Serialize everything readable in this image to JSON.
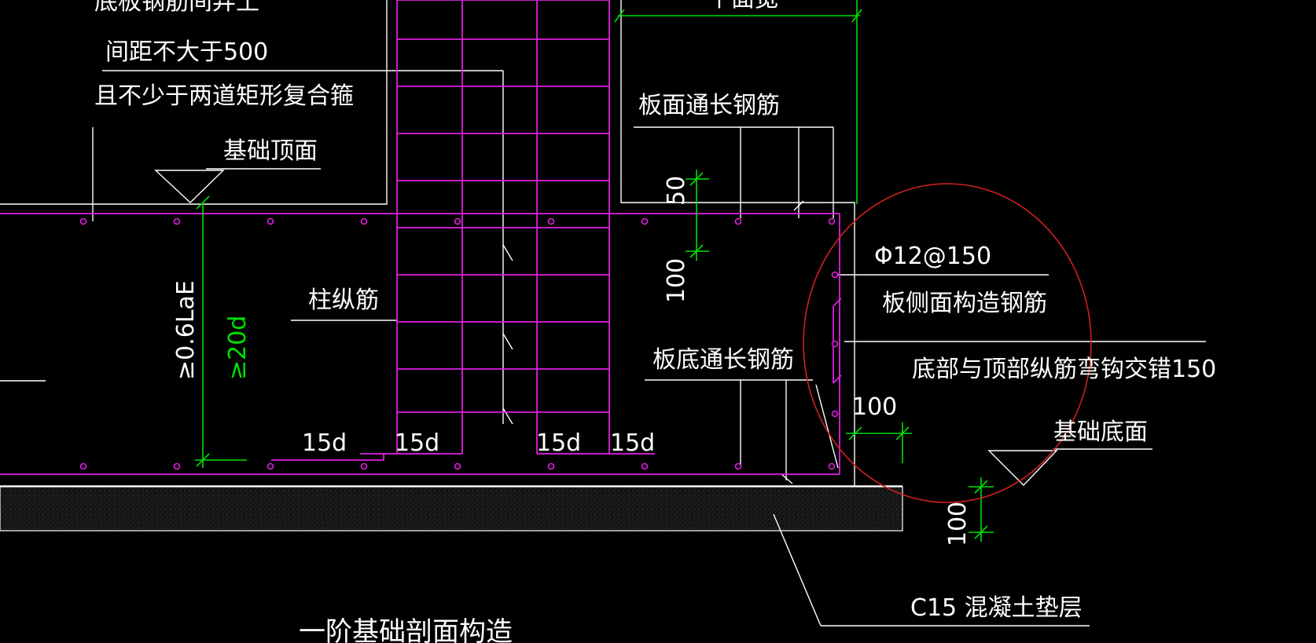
{
  "labels": {
    "top_cut": "底板钢筋间弃土",
    "spacing_note_1": "间距不大于500",
    "spacing_note_2": "且不少于两道矩形复合箍",
    "foundation_top": "基础顶面",
    "plate_top_rebar": "板面通长钢筋",
    "column_rebar": "柱纵筋",
    "plate_bottom_rebar": "板底通长钢筋",
    "side_rebar_spec": "Φ12@150",
    "side_rebar_name": "板侧面构造钢筋",
    "hook_overlap": "底部与顶部纵筋弯钩交错150",
    "foundation_bottom": "基础底面",
    "concrete_cushion": "C15 混凝土垫层",
    "section_title": "一阶基础剖面构造",
    "top_dim": "平面宽"
  },
  "dimensions": {
    "anchor_06lae": "≥0.6LaE",
    "anchor_20d": "≥20d",
    "dim_50": "50",
    "dim_100_side": "100",
    "dim_100_right": "100",
    "dim_100_bottom": "100",
    "hook_15d_1": "15d",
    "hook_15d_2": "15d",
    "hook_15d_3": "15d",
    "hook_15d_4": "15d"
  },
  "colors": {
    "background": "#000000",
    "linework": "#ffffff",
    "rebar": "#e020e0",
    "dimension": "#00e000",
    "highlight_circle": "#d02020",
    "cushion": "#1c1c1c"
  }
}
